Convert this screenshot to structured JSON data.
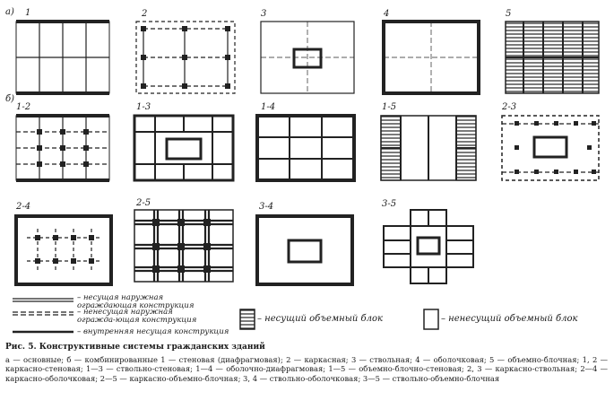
{
  "row_labels": {
    "a": "а)",
    "b": "б)"
  },
  "panels": [
    {
      "id": "p1",
      "label": "1",
      "type": "frame"
    },
    {
      "id": "p2",
      "label": "2",
      "type": "frame-dashed"
    },
    {
      "id": "p3",
      "label": "3",
      "type": "core"
    },
    {
      "id": "p4",
      "label": "4",
      "type": "shell"
    },
    {
      "id": "p5",
      "label": "5",
      "type": "volumetric"
    },
    {
      "id": "p12",
      "label": "1-2",
      "type": "frame-wall"
    },
    {
      "id": "p13",
      "label": "1-3",
      "type": "wall-core"
    },
    {
      "id": "p14",
      "label": "1-4",
      "type": "wall-shell"
    },
    {
      "id": "p15",
      "label": "1-5",
      "type": "wall-volumetric"
    },
    {
      "id": "p23",
      "label": "2-3",
      "type": "frame-core"
    },
    {
      "id": "p24",
      "label": "2-4",
      "type": "frame-shell"
    },
    {
      "id": "p25",
      "label": "2-5",
      "type": "frame-volumetric"
    },
    {
      "id": "p34",
      "label": "3-4",
      "type": "core-shell"
    },
    {
      "id": "p35",
      "label": "3-5",
      "type": "core-volumetric"
    }
  ],
  "legend": {
    "item1": "– несущая наружная ограждающая конструкция",
    "item2": "– ненесущая наружная огражда-ющая конструкция",
    "item3": "– внутренняя несущая конструкция",
    "block1": "– несущий объемный блок",
    "block2": "– ненесущий объемный блок"
  },
  "caption": "Рис. 5. Конструктивные системы гражданских зданий",
  "description": "а — основные; б — комбинированные                                                                       1 — стеновая (диафрагмовая); 2 — каркасная; 3 — ствольная; 4 — оболочковая; 5 — объемно-блочная; 1, 2 — каркасно-стеновая; 1—3 — ствольно-стеновая; 1—4 — оболочно-диафрагмовая; 1—5 — объемно-блочно-стеновая; 2, 3 — каркасно-ствольная; 2—4 — каркасно-оболочковая; 2—5 — каркасно-объемно-блочная; 3, 4 — ствольно-оболочковая; 3—5 — ствольно-объемно-блочная"
}
